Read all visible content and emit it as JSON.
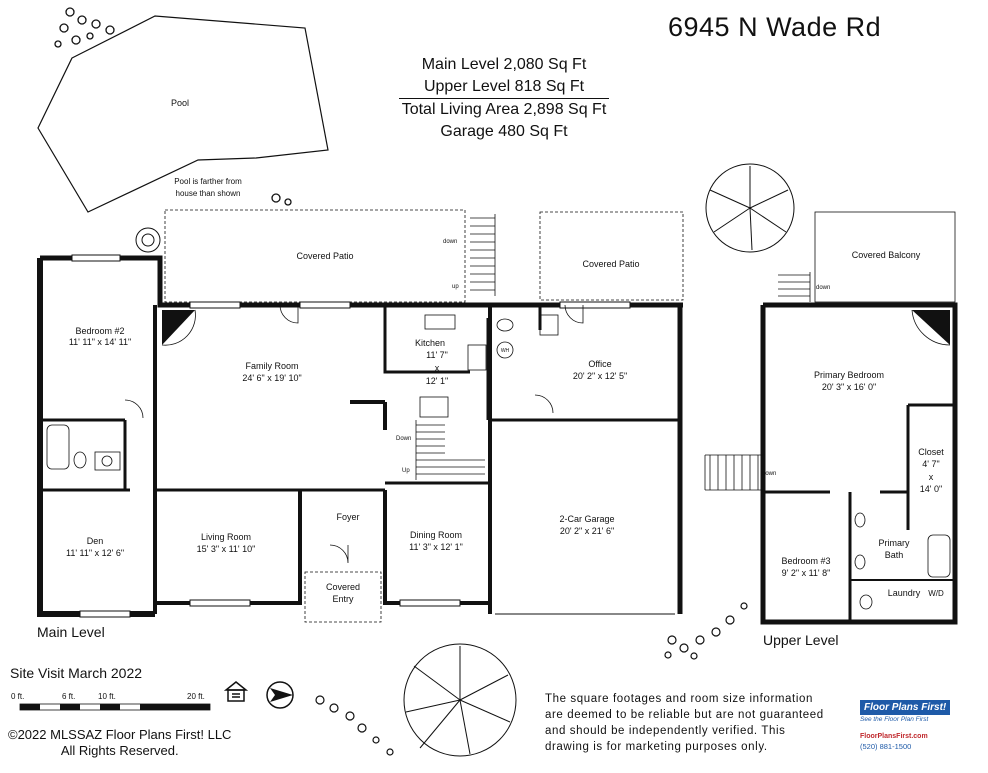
{
  "address": "6945 N Wade Rd",
  "area": {
    "main_level": "Main Level 2,080 Sq Ft",
    "upper_level": "Upper Level 818 Sq Ft",
    "total": "Total Living Area 2,898 Sq Ft",
    "garage": "Garage 480 Sq Ft"
  },
  "rooms": {
    "pool": "Pool",
    "pool_note_1": "Pool is farther from",
    "pool_note_2": "house than shown",
    "covered_patio_main": "Covered Patio",
    "covered_patio_office": "Covered Patio",
    "covered_balcony": "Covered Balcony",
    "bedroom2": "Bedroom #2",
    "bedroom2_size": "11' 11\" x 14' 11\"",
    "family_room": "Family Room",
    "family_room_size": "24' 6\" x 19' 10\"",
    "kitchen": "Kitchen",
    "kitchen_size_1": "11' 7\"",
    "kitchen_size_x": "x",
    "kitchen_size_2": "12' 1\"",
    "office": "Office",
    "office_size": "20' 2\" x 12' 5\"",
    "den": "Den",
    "den_size": "11' 11\" x 12' 6\"",
    "living_room": "Living Room",
    "living_room_size": "15' 3\" x 11' 10\"",
    "foyer": "Foyer",
    "covered_entry_1": "Covered",
    "covered_entry_2": "Entry",
    "dining_room": "Dining Room",
    "dining_room_size": "11' 3\" x 12' 1\"",
    "garage": "2-Car Garage",
    "garage_size": "20' 2\" x 21' 6\"",
    "primary_bedroom": "Primary Bedroom",
    "primary_bedroom_size": "20' 3\" x 16' 0\"",
    "closet": "Closet",
    "closet_size_1": "4' 7\"",
    "closet_size_x": "x",
    "closet_size_2": "14' 0\"",
    "primary_bath_1": "Primary",
    "primary_bath_2": "Bath",
    "bedroom3": "Bedroom #3",
    "bedroom3_size": "9' 2\" x 11' 8\"",
    "laundry": "Laundry",
    "wd": "W/D",
    "wh": "WH"
  },
  "stairs": {
    "down_patio": "down",
    "up_patio": "up",
    "down_interior": "Down",
    "up_interior": "Up",
    "down_upper": "down",
    "down_balcony": "down"
  },
  "levels": {
    "main": "Main Level",
    "upper": "Upper Level"
  },
  "site_visit": "Site Visit March 2022",
  "scale": {
    "t0": "0 ft.",
    "t6": "6 ft.",
    "t10": "10 ft.",
    "t20": "20 ft."
  },
  "copyright": {
    "line1": "©2022 MLSSAZ   Floor Plans First! LLC",
    "line2": "All Rights Reserved."
  },
  "disclaimer": [
    "The square footages and room size information",
    "are deemed to be reliable but are not guaranteed",
    "and should be independently verified. This",
    "drawing is for marketing purposes only."
  ],
  "brand": {
    "logo": "Floor Plans First!",
    "tagline": "See the Floor Plan First",
    "url": "FloorPlansFirst.com",
    "phone": "(520) 881-1500"
  },
  "icons": {
    "north": "north-arrow-icon",
    "equal_housing": "equal-housing-icon"
  }
}
